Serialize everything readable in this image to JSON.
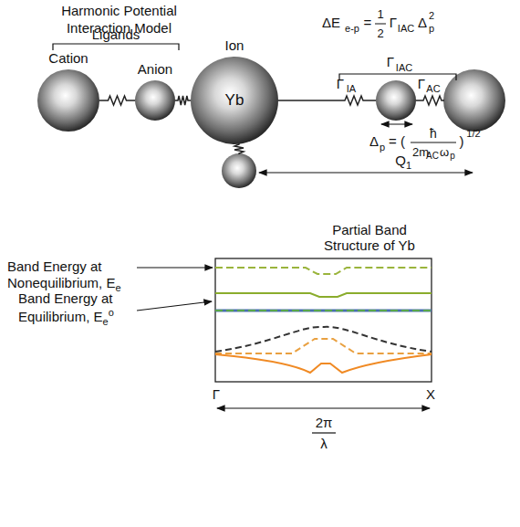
{
  "diagram": {
    "title": "Harmonic Potential Interaction Model",
    "nodes": [
      {
        "text": [
          "Cation"
        ]
      },
      {
        "text": [
          "Anion"
        ]
      },
      {
        "text": [
          "Ion",
          "Yb"
        ]
      }
    ],
    "edges": [
      {
        "from": 0,
        "to": 1,
        "arrow": "none"
      },
      {
        "from": 1,
        "to": 2,
        "arrow": "none"
      }
    ],
    "labels": [
      "Ligands",
      "ΔE",
      "e-p",
      "=",
      "1",
      "2",
      "Γ",
      "IAC",
      "Δ",
      "p",
      "2",
      "Γ",
      "IAC",
      "Γ",
      "IA",
      "Γ",
      "AC",
      "Δ",
      "p",
      "= (",
      "ħ",
      "2m",
      "AC",
      "ω",
      "p",
      ")",
      "1/2",
      "Q",
      "1",
      "Partial Band Structure of Yb",
      "Band Energy at Nonequilibrium, E",
      "e",
      "Band Energy at Equilibrium, E",
      "e",
      "o",
      "Γ",
      "X",
      "2π",
      "λ"
    ]
  }
}
